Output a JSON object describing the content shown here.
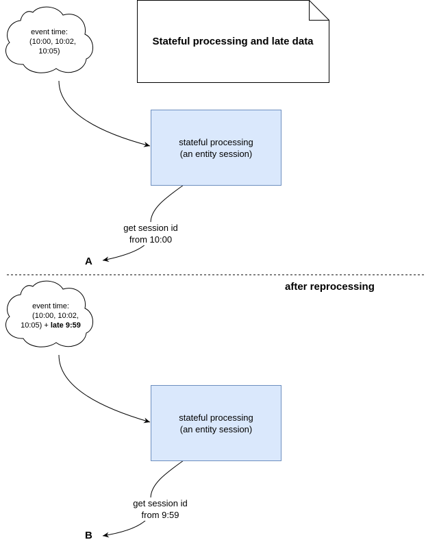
{
  "note": {
    "title": "Stateful processing and late data"
  },
  "top": {
    "cloud": {
      "line1": "event time:",
      "line2": "(10:00, 10:02,",
      "line3": "10:05)"
    },
    "process": {
      "line1": "stateful processing",
      "line2": "(an entity session)"
    },
    "result": {
      "line1": "get session id",
      "line2": "from 10:00"
    },
    "marker": "A"
  },
  "section_label": "after reprocessing",
  "bottom": {
    "cloud": {
      "line1": "event time:",
      "line2": "(10:00, 10:02,",
      "line3_prefix": "10:05) + ",
      "line3_bold": "late 9:59"
    },
    "process": {
      "line1": "stateful processing",
      "line2": "(an entity session)"
    },
    "result": {
      "line1": "get session id",
      "line2": "from 9:59"
    },
    "marker": "B"
  }
}
